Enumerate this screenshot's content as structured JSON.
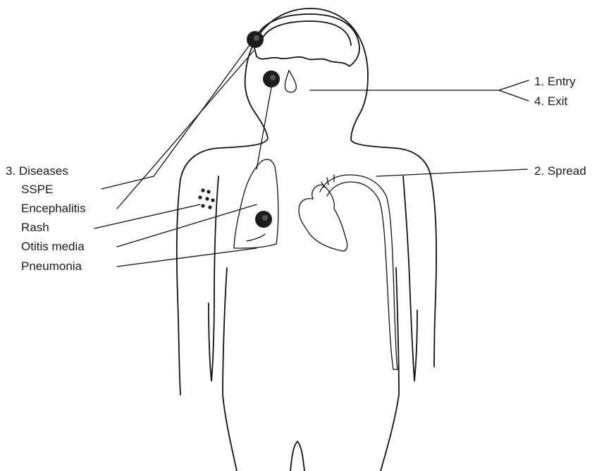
{
  "labels": {
    "entry": "1. Entry",
    "exit": "4. Exit",
    "spread": "2. Spread",
    "diseases_heading": "3. Diseases",
    "diseases": [
      "SSPE",
      "Encephalitis",
      "Rash",
      "Otitis media",
      "Pneumonia"
    ]
  },
  "colors": {
    "ink": "#111111",
    "lesion": "#1c1c1c",
    "background": "#ffffff"
  }
}
